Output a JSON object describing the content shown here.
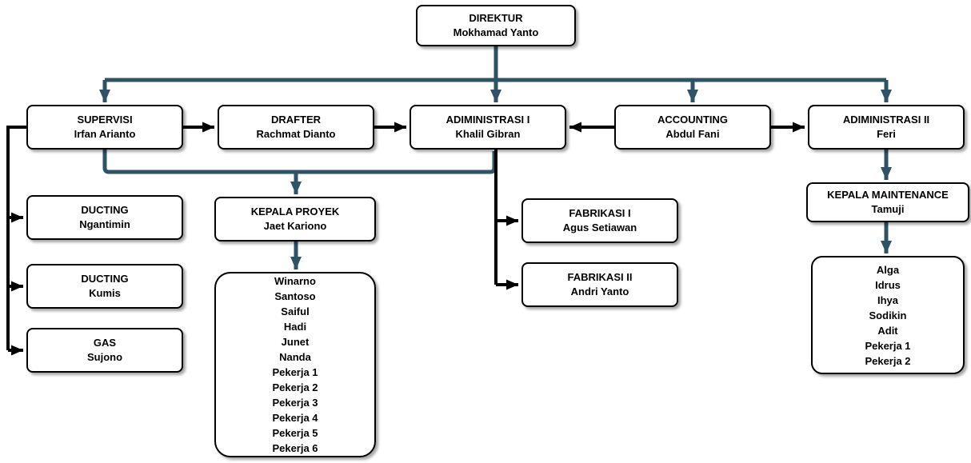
{
  "colors": {
    "connector_primary": "#2e5266",
    "connector_secondary": "#000000",
    "box_bg": "#ffffff",
    "box_border": "#000000"
  },
  "nodes": {
    "direktur": {
      "title": "DIREKTUR",
      "name": "Mokhamad Yanto"
    },
    "supervisi": {
      "title": "SUPERVISI",
      "name": "Irfan Arianto"
    },
    "drafter": {
      "title": "DRAFTER",
      "name": "Rachmat Dianto"
    },
    "administrasi1": {
      "title": "ADIMINISTRASI I",
      "name": "Khalil Gibran"
    },
    "accounting": {
      "title": "ACCOUNTING",
      "name": "Abdul Fani"
    },
    "administrasi2": {
      "title": "ADIMINISTRASI II",
      "name": "Feri"
    },
    "ducting1": {
      "title": "DUCTING",
      "name": "Ngantimin"
    },
    "ducting2": {
      "title": "DUCTING",
      "name": "Kumis"
    },
    "gas": {
      "title": "GAS",
      "name": "Sujono"
    },
    "kepala_proyek": {
      "title": "KEPALA PROYEK",
      "name": "Jaet Kariono"
    },
    "fabrikasi1": {
      "title": "FABRIKASI I",
      "name": "Agus Setiawan"
    },
    "fabrikasi2": {
      "title": "FABRIKASI II",
      "name": "Andri Yanto"
    },
    "kepala_maintenance": {
      "title": "KEPALA MAINTENANCE",
      "name": "Tamuji"
    },
    "proyek_team": {
      "members": [
        "Winarno",
        "Santoso",
        "Saiful",
        "Hadi",
        "Junet",
        "Nanda",
        "Pekerja 1",
        "Pekerja 2",
        "Pekerja 3",
        "Pekerja 4",
        "Pekerja 5",
        "Pekerja 6"
      ]
    },
    "maintenance_team": {
      "members": [
        "Alga",
        "Idrus",
        "Ihya",
        "Sodikin",
        "Adit",
        "Pekerja 1",
        "Pekerja 2"
      ]
    }
  }
}
